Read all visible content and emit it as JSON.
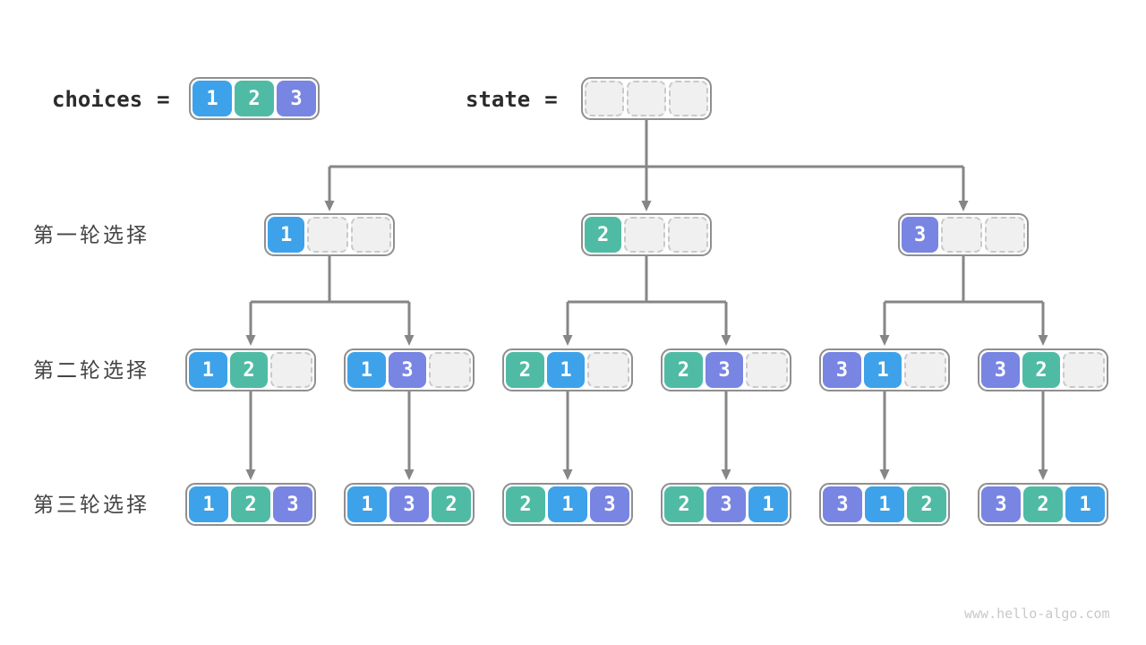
{
  "palette": {
    "cell_colors": {
      "1": "#3DA2E9",
      "2": "#50BBA5",
      "3": "#7885E2"
    },
    "arrow": "#868686",
    "node_border": "#8F8F8F",
    "empty_fill": "#F0F0F0",
    "empty_border": "#C9C9C9"
  },
  "header": {
    "choices_label": "choices",
    "equals": "=",
    "choices_node": {
      "cells": [
        1,
        2,
        3
      ]
    },
    "state_label": "state",
    "state_node": {
      "cells": [
        null,
        null,
        null
      ]
    }
  },
  "rows": [
    {
      "label": "第一轮选择",
      "nodes": [
        {
          "cells": [
            1,
            null,
            null
          ]
        },
        {
          "cells": [
            2,
            null,
            null
          ]
        },
        {
          "cells": [
            3,
            null,
            null
          ]
        }
      ]
    },
    {
      "label": "第二轮选择",
      "nodes": [
        {
          "cells": [
            1,
            2,
            null
          ]
        },
        {
          "cells": [
            1,
            3,
            null
          ]
        },
        {
          "cells": [
            2,
            1,
            null
          ]
        },
        {
          "cells": [
            2,
            3,
            null
          ]
        },
        {
          "cells": [
            3,
            1,
            null
          ]
        },
        {
          "cells": [
            3,
            2,
            null
          ]
        }
      ]
    },
    {
      "label": "第三轮选择",
      "nodes": [
        {
          "cells": [
            1,
            2,
            3
          ]
        },
        {
          "cells": [
            1,
            3,
            2
          ]
        },
        {
          "cells": [
            2,
            1,
            3
          ]
        },
        {
          "cells": [
            2,
            3,
            1
          ]
        },
        {
          "cells": [
            3,
            1,
            2
          ]
        },
        {
          "cells": [
            3,
            2,
            1
          ]
        }
      ]
    }
  ],
  "watermark": "www.hello-algo.com"
}
